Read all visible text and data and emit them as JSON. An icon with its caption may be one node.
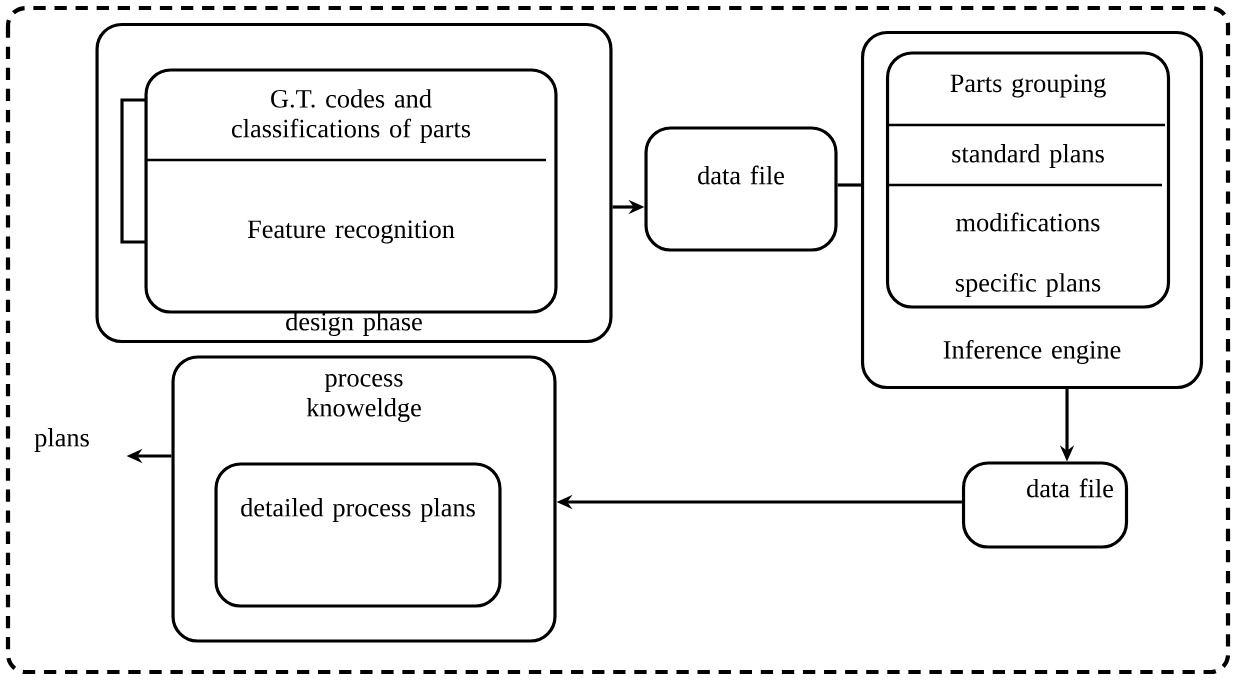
{
  "diagram": {
    "nodes": [
      {
        "text": [
          "design phase"
        ]
      },
      {
        "text": [
          "G.T. codes and classifications of parts",
          "Feature recognition"
        ],
        "in": 0
      },
      {
        "text": [
          "data file"
        ]
      },
      {
        "text": [
          "Inference engine"
        ]
      },
      {
        "text": [
          "Parts grouping",
          "standard plans",
          "modifications",
          "specific plans"
        ],
        "in": 3
      },
      {
        "text": [
          "data file"
        ]
      },
      {
        "text": [
          "process knoweldge"
        ]
      },
      {
        "text": [
          "detailed process plans"
        ],
        "in": 6
      },
      {
        "text": [
          "plans"
        ]
      }
    ],
    "edges": [
      {
        "from": 0,
        "to": 2,
        "arrow": "to"
      },
      {
        "from": 2,
        "to": 3,
        "arrow": "none"
      },
      {
        "from": 3,
        "to": 5,
        "arrow": "to"
      },
      {
        "from": 5,
        "to": 6,
        "arrow": "to"
      },
      {
        "from": 6,
        "to": 8,
        "arrow": "to"
      }
    ]
  }
}
